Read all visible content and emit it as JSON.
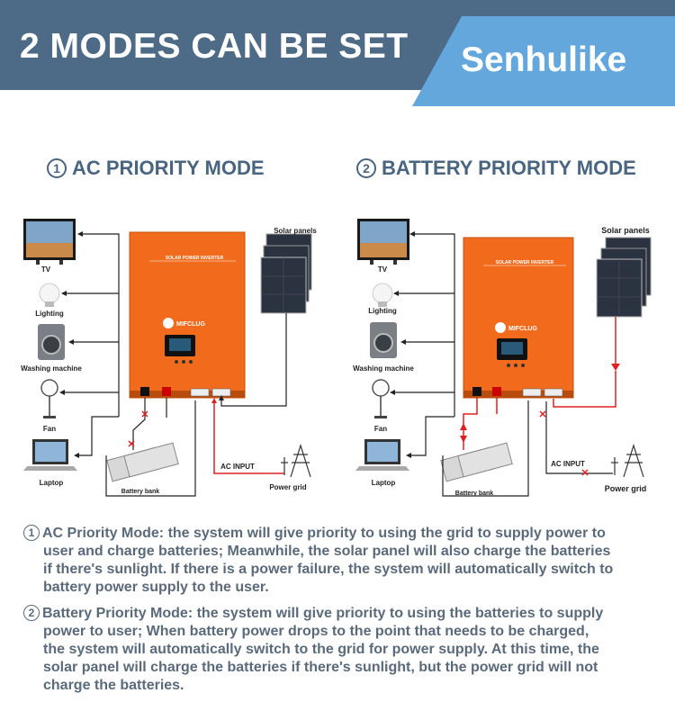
{
  "header": {
    "title": "2 MODES CAN BE SET",
    "brand": "Senhulike"
  },
  "modes": [
    {
      "number": "1",
      "title": "AC PRIORITY MODE",
      "devices": [
        "TV",
        "Lighting",
        "Washing machine",
        "Fan",
        "Laptop"
      ],
      "solar_label": "Solar panels",
      "battery_label": "Battery bank",
      "ac_input_label": "AC INPUT",
      "grid_label": "Power grid",
      "inverter_brand": "MIFCLUG",
      "inverter_label": "SOLAR POWER INVERTER"
    },
    {
      "number": "2",
      "title": "BATTERY PRIORITY MODE",
      "devices": [
        "TV",
        "Lighting",
        "Washing machine",
        "Fan",
        "Laptop"
      ],
      "solar_label": "Solar panels",
      "battery_label": "Battery bank",
      "ac_input_label": "AC INPUT",
      "grid_label": "Power grid",
      "inverter_brand": "MIFCLUG",
      "inverter_label": "SOLAR POWER INVERTER"
    }
  ],
  "descriptions": [
    {
      "number": "1",
      "lines": [
        "AC Priority Mode: the system will give priority to using the grid to supply power to",
        "user and charge batteries; Meanwhile, the solar panel will also charge the batteries",
        "if there's sunlight. If there is a power failure, the system will automatically switch to",
        "battery power supply to the user."
      ]
    },
    {
      "number": "2",
      "lines": [
        "Battery Priority Mode: the system will give priority to using the batteries to supply",
        "power to user; When battery power drops to the point that needs to be charged,",
        "the system will automatically switch to the grid for power supply. At this time, the",
        "solar panel will charge the batteries if there's sunlight, but the power grid will not",
        "charge the batteries."
      ]
    }
  ],
  "colors": {
    "header_bg": "#4d6a87",
    "brand_bg": "#63a7dd",
    "inverter": "#f26a1b",
    "power_red": "#e02020"
  }
}
